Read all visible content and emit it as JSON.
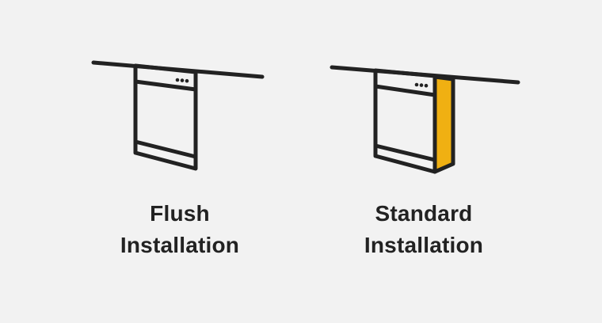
{
  "colors": {
    "background": "#f2f2f2",
    "stroke": "#222222",
    "accent": "#f0b012"
  },
  "options": [
    {
      "id": "flush",
      "icon": "flush-installation-dishwasher-icon",
      "label_line1": "Flush",
      "label_line2": "Installation"
    },
    {
      "id": "standard",
      "icon": "standard-installation-dishwasher-icon",
      "label_line1": "Standard",
      "label_line2": "Installation"
    }
  ]
}
